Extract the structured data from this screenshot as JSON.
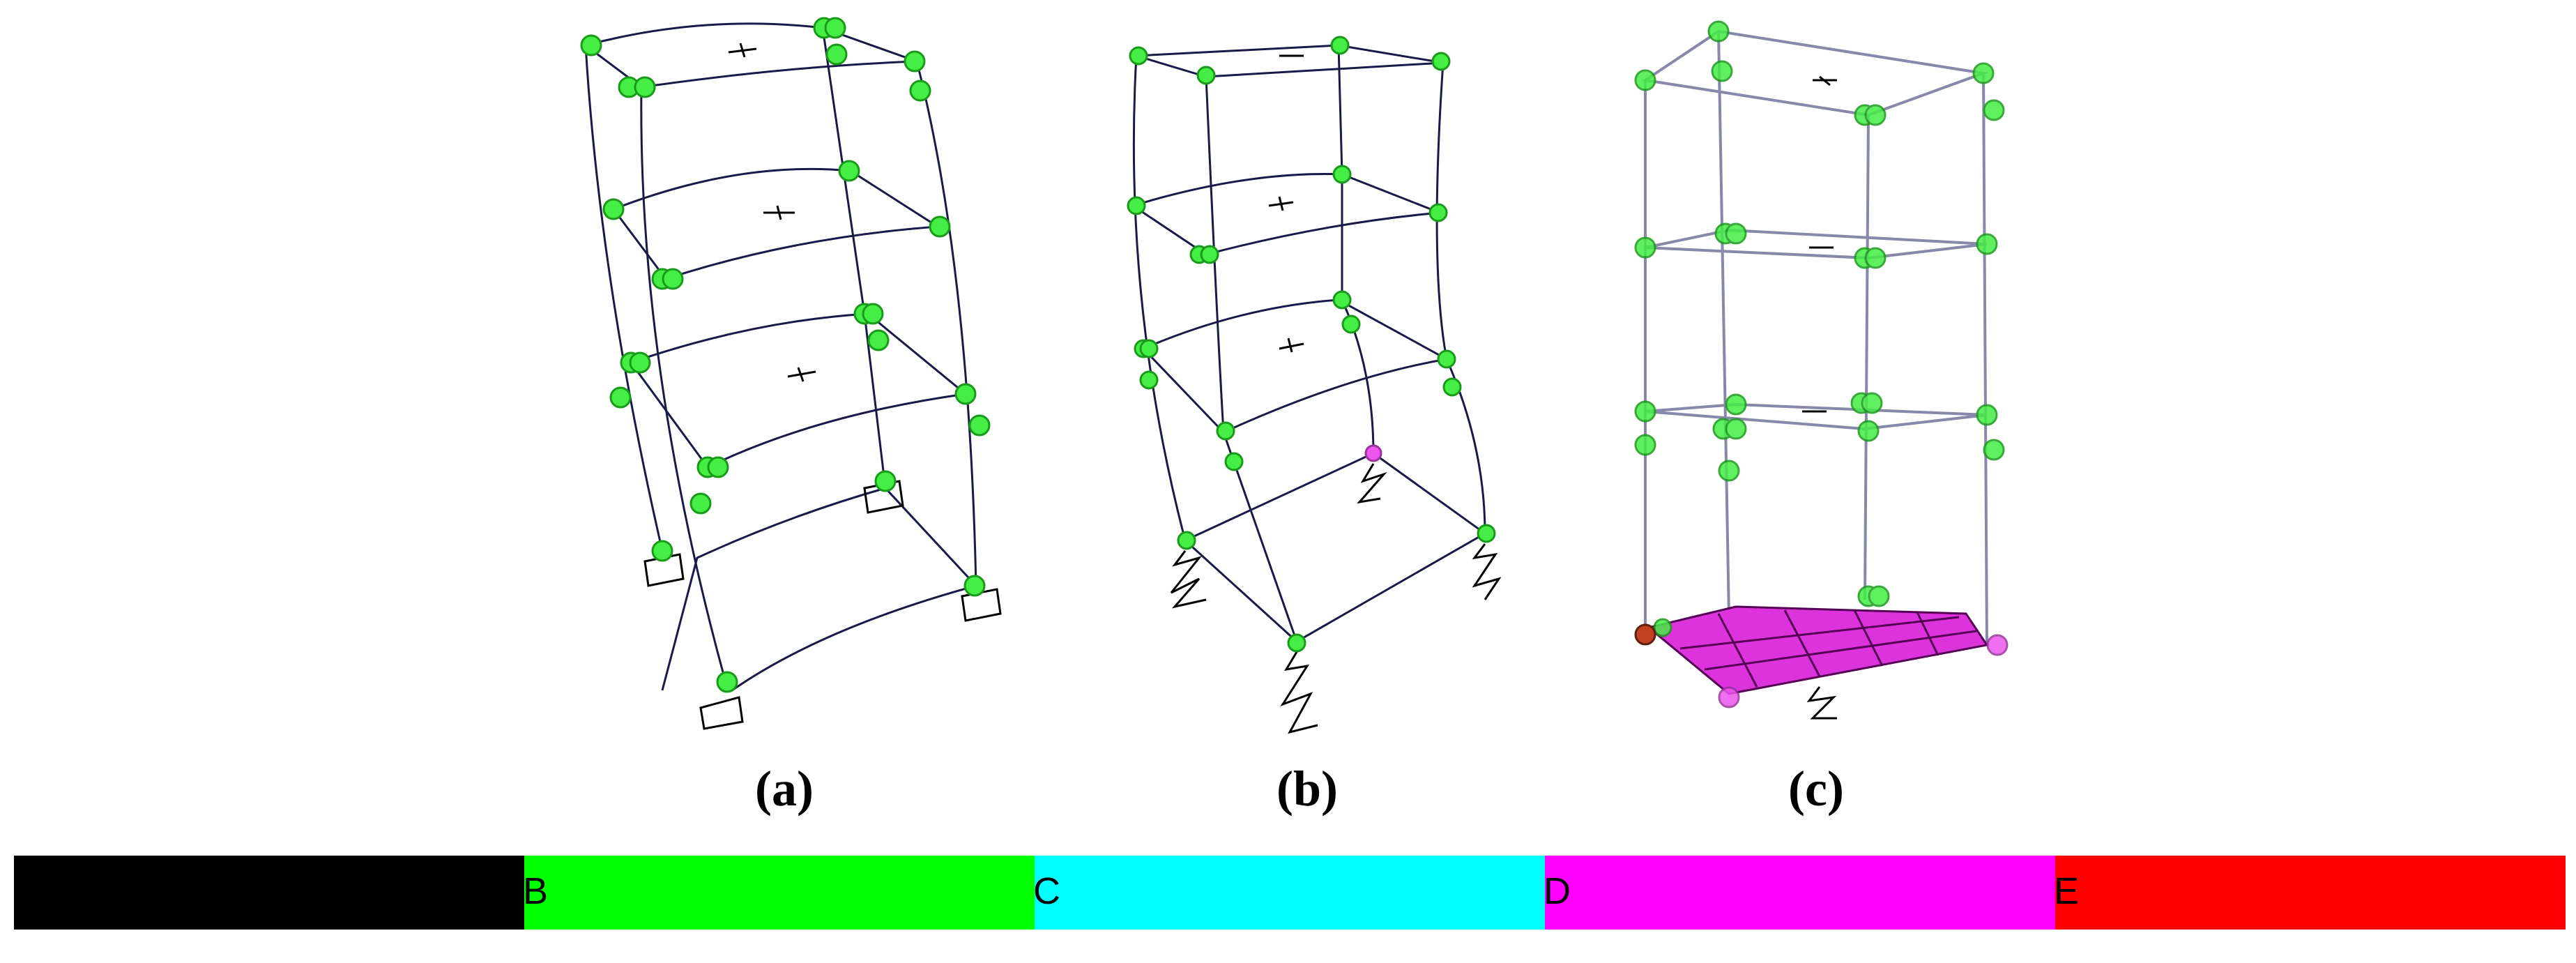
{
  "panels": [
    {
      "id": "a",
      "caption": "(a)"
    },
    {
      "id": "b",
      "caption": "(b)"
    },
    {
      "id": "c",
      "caption": "(c)"
    }
  ],
  "legend": [
    {
      "label": "",
      "color": "#000000"
    },
    {
      "label": "B",
      "color": "#00ff00"
    },
    {
      "label": "C",
      "color": "#00ffff"
    },
    {
      "label": "D",
      "color": "#ff00ff"
    },
    {
      "label": "E",
      "color": "#ff0000"
    }
  ],
  "colors": {
    "frame": "#1a1a4a",
    "hinge_fill": "#44ee44",
    "hinge_stroke": "#1a9a1a",
    "slab": "#dd33dd",
    "support": "#000000",
    "hinge_red": "#c04020"
  }
}
